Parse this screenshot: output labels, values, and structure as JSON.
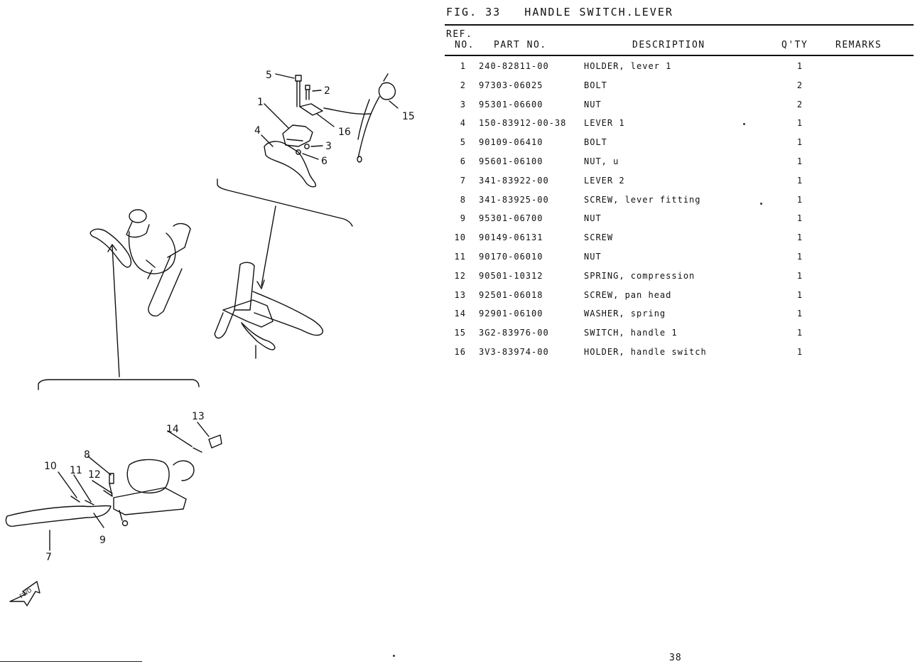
{
  "figure": {
    "title": "FIG. 33   HANDLE SWITCH.LEVER"
  },
  "table": {
    "headers": {
      "ref_line1": "REF.",
      "ref_line2": "NO.",
      "part_no": "PART NO.",
      "description": "DESCRIPTION",
      "qty": "Q'TY",
      "remarks": "REMARKS"
    },
    "rows": [
      {
        "ref": "1",
        "part": "240-82811-00",
        "desc": "HOLDER, lever 1",
        "qty": "1"
      },
      {
        "ref": "2",
        "part": "97303-06025",
        "desc": "BOLT",
        "qty": "2"
      },
      {
        "ref": "3",
        "part": "95301-06600",
        "desc": "NUT",
        "qty": "2"
      },
      {
        "ref": "4",
        "part": "150-83912-00-38",
        "desc": "LEVER 1",
        "qty": "1"
      },
      {
        "ref": "5",
        "part": "90109-06410",
        "desc": "BOLT",
        "qty": "1"
      },
      {
        "ref": "6",
        "part": "95601-06100",
        "desc": "NUT, u",
        "qty": "1"
      },
      {
        "ref": "7",
        "part": "341-83922-00",
        "desc": "LEVER 2",
        "qty": "1"
      },
      {
        "ref": "8",
        "part": "341-83925-00",
        "desc": "SCREW, lever fitting",
        "qty": "1"
      },
      {
        "ref": "9",
        "part": "95301-06700",
        "desc": "NUT",
        "qty": "1"
      },
      {
        "ref": "10",
        "part": "90149-06131",
        "desc": "SCREW",
        "qty": "1"
      },
      {
        "ref": "11",
        "part": "90170-06010",
        "desc": "NUT",
        "qty": "1"
      },
      {
        "ref": "12",
        "part": "90501-10312",
        "desc": "SPRING, compression",
        "qty": "1"
      },
      {
        "ref": "13",
        "part": "92501-06018",
        "desc": "SCREW, pan head",
        "qty": "1"
      },
      {
        "ref": "14",
        "part": "92901-06100",
        "desc": "WASHER, spring",
        "qty": "1"
      },
      {
        "ref": "15",
        "part": "3G2-83976-00",
        "desc": "SWITCH, handle 1",
        "qty": "1"
      },
      {
        "ref": "16",
        "part": "3V3-83974-00",
        "desc": "HOLDER, handle switch",
        "qty": "1"
      }
    ]
  },
  "diagram": {
    "callouts": [
      "1",
      "2",
      "3",
      "4",
      "5",
      "6",
      "7",
      "8",
      "9",
      "10",
      "11",
      "12",
      "13",
      "14",
      "15",
      "16"
    ],
    "fwd_label": "FWD"
  },
  "page_number": "38"
}
